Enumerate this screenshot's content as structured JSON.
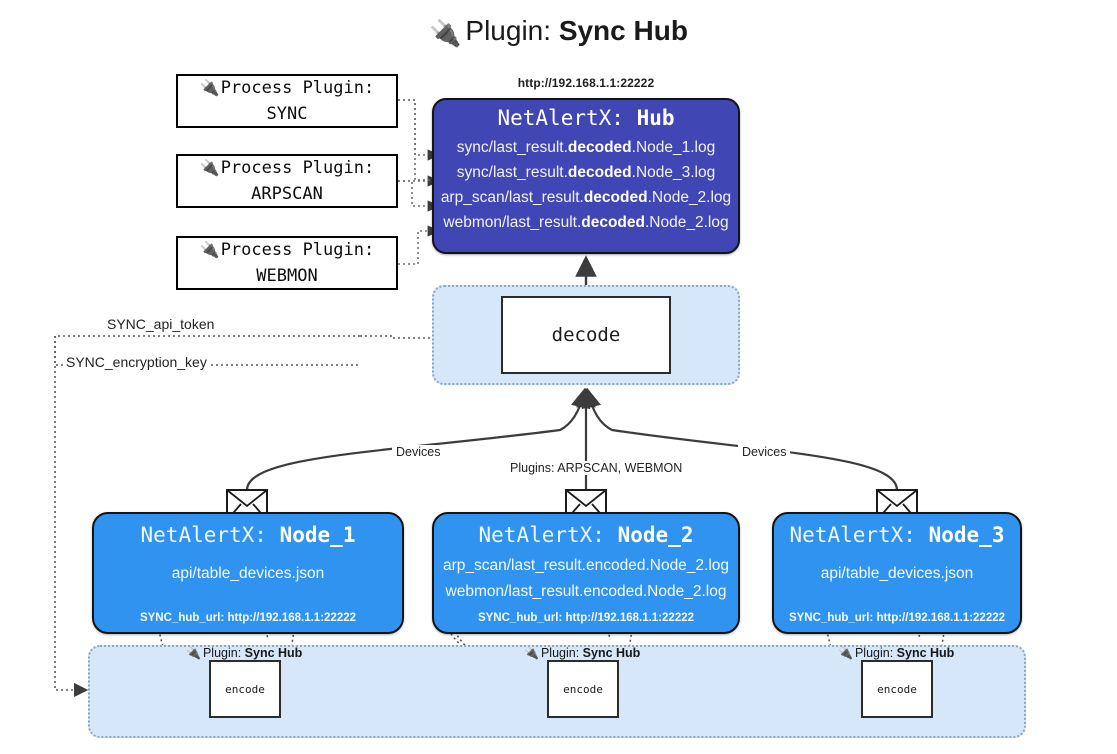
{
  "title": {
    "icon": "plug-icon",
    "glyph": "🔌",
    "label": "Plugin:",
    "name": "Sync Hub"
  },
  "process_plugins": [
    {
      "icon": "plug-icon",
      "glyph": "🔌",
      "label": "Process Plugin:",
      "name": "SYNC"
    },
    {
      "icon": "plug-icon",
      "glyph": "🔌",
      "label": "Process Plugin:",
      "name": "ARPSCAN"
    },
    {
      "icon": "plug-icon",
      "glyph": "🔌",
      "label": "Process Plugin:",
      "name": "WEBMON"
    }
  ],
  "hub": {
    "url": "http://192.168.1.1:22222",
    "app": "NetAlertX:",
    "name": "Hub",
    "rows": [
      {
        "pre": "sync/last_result.",
        "mid": "decoded",
        "post": ".Node_1.log"
      },
      {
        "pre": "sync/last_result.",
        "mid": "decoded",
        "post": ".Node_3.log"
      },
      {
        "pre": "arp_scan/last_result.",
        "mid": "decoded",
        "post": ".Node_2.log"
      },
      {
        "pre": "webmon/last_result.",
        "mid": "decoded",
        "post": ".Node_2.log"
      }
    ]
  },
  "decode": {
    "label": "decode"
  },
  "secrets": [
    {
      "label": "SYNC_api_token"
    },
    {
      "label": "SYNC_encryption_key"
    }
  ],
  "edge_labels": {
    "devices_left": "Devices",
    "devices_right": "Devices",
    "plugins_center": "Plugins: ARPSCAN, WEBMON"
  },
  "nodes": [
    {
      "app": "NetAlertX:",
      "name": "Node_1",
      "lines": [
        "api/table_devices.json"
      ],
      "url_key": "SYNC_hub_url:",
      "url": "http://192.168.1.1:22222",
      "mail_icon": "envelope-icon"
    },
    {
      "app": "NetAlertX:",
      "name": "Node_2",
      "lines": [
        "arp_scan/last_result.encoded.Node_2.log",
        "webmon/last_result.encoded.Node_2.log"
      ],
      "url_key": "SYNC_hub_url:",
      "url": "http://192.168.1.1:22222",
      "mail_icon": "envelope-icon"
    },
    {
      "app": "NetAlertX:",
      "name": "Node_3",
      "lines": [
        "api/table_devices.json"
      ],
      "url_key": "SYNC_hub_url:",
      "url": "http://192.168.1.1:22222",
      "mail_icon": "envelope-icon"
    }
  ],
  "encoders": [
    {
      "plugin_label": "Plugin:",
      "plugin_name": "Sync Hub",
      "glyph": "🔌",
      "box_label": "encode"
    },
    {
      "plugin_label": "Plugin:",
      "plugin_name": "Sync Hub",
      "glyph": "🔌",
      "box_label": "encode"
    },
    {
      "plugin_label": "Plugin:",
      "plugin_name": "Sync Hub",
      "glyph": "🔌",
      "box_label": "encode"
    }
  ],
  "colors": {
    "hub_blue": "#4046b4",
    "node_blue": "#3093ef",
    "container_blue": "#d6e7fa",
    "edge": "#3c3c3c",
    "background": "#ffffff"
  }
}
